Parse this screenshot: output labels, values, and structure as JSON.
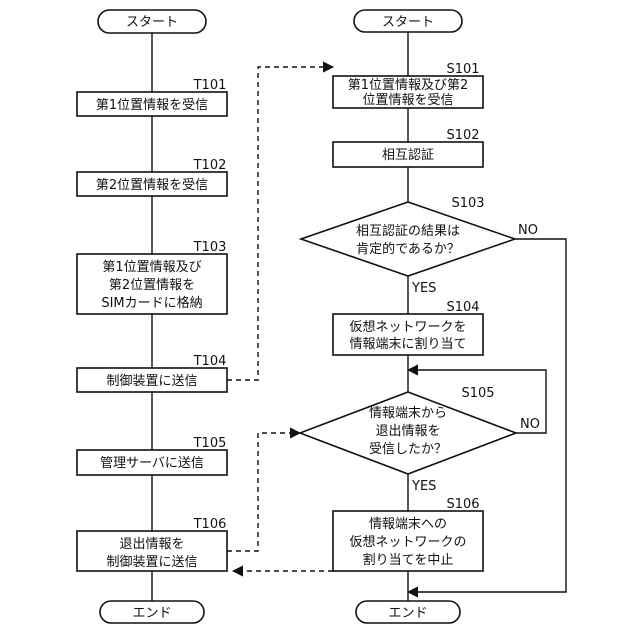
{
  "left_flow": {
    "start": "スタート",
    "steps": [
      {
        "label": "T101",
        "lines": [
          "第1位置情報を受信"
        ]
      },
      {
        "label": "T102",
        "lines": [
          "第2位置情報を受信"
        ]
      },
      {
        "label": "T103",
        "lines": [
          "第1位置情報及び",
          "第2位置情報を",
          "SIMカードに格納"
        ]
      },
      {
        "label": "T104",
        "lines": [
          "制御装置に送信"
        ]
      },
      {
        "label": "T105",
        "lines": [
          "管理サーバに送信"
        ]
      },
      {
        "label": "T106",
        "lines": [
          "退出情報を",
          "制御装置に送信"
        ]
      }
    ],
    "end": "エンド"
  },
  "right_flow": {
    "start": "スタート",
    "steps": [
      {
        "label": "S101",
        "kind": "process",
        "lines": [
          "第1位置情報及び第2",
          "位置情報を受信"
        ]
      },
      {
        "label": "S102",
        "kind": "process",
        "lines": [
          "相互認証"
        ]
      },
      {
        "label": "S103",
        "kind": "decision",
        "lines": [
          "相互認証の結果は",
          "肯定的であるか？"
        ]
      },
      {
        "label": "S104",
        "kind": "process",
        "lines": [
          "仮想ネットワークを",
          "情報端末に割り当て"
        ]
      },
      {
        "label": "S105",
        "kind": "decision",
        "lines": [
          "情報端末から",
          "退出情報を",
          "受信したか？"
        ]
      },
      {
        "label": "S106",
        "kind": "process",
        "lines": [
          "情報端末への",
          "仮想ネットワークの",
          "割り当てを中止"
        ]
      }
    ],
    "end": "エンド",
    "branches": {
      "yes": "YES",
      "no": "NO"
    }
  }
}
